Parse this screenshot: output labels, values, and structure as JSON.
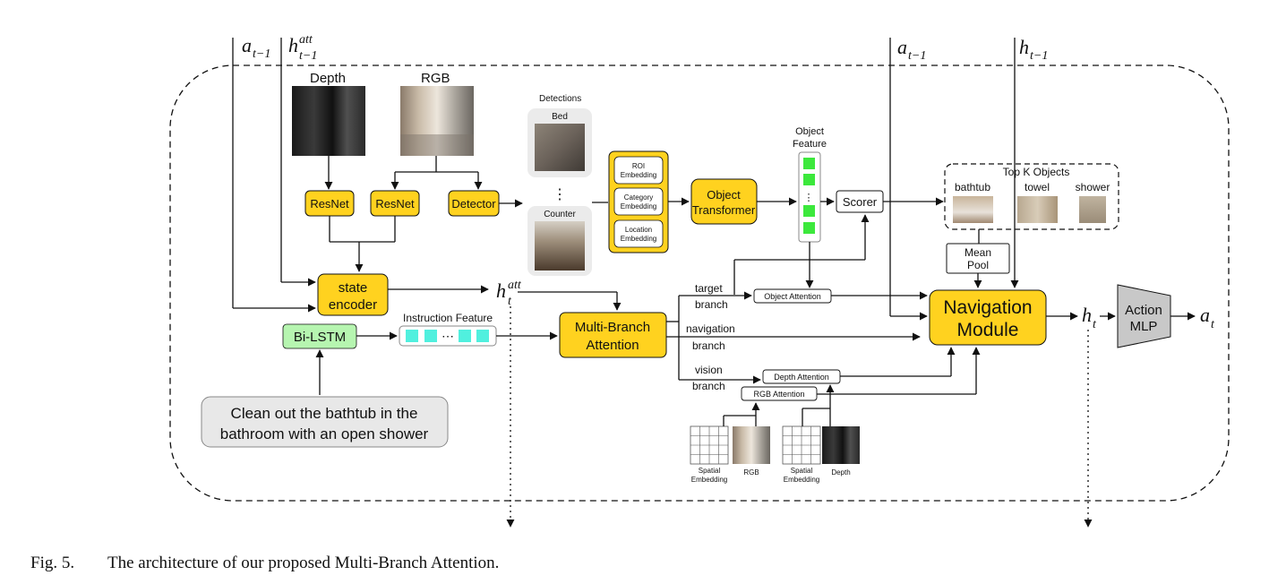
{
  "inputs": {
    "a_prev_left": "a",
    "a_prev_left_sub": "t−1",
    "h_att_prev": "h",
    "h_att_prev_sup": "att",
    "h_att_prev_sub": "t−1",
    "a_prev_right": "a",
    "a_prev_right_sub": "t−1",
    "h_prev_right": "h",
    "h_prev_right_sub": "t−1"
  },
  "images": {
    "depth_label": "Depth",
    "rgb_label": "RGB"
  },
  "modules": {
    "resnet_depth": "ResNet",
    "resnet_rgb": "ResNet",
    "detector": "Detector",
    "state_encoder_line1": "state",
    "state_encoder_line2": "encoder",
    "bilstm": "Bi-LSTM",
    "mba_line1": "Multi-Branch",
    "mba_line2": "Attention",
    "object_transformer_line1": "Object",
    "object_transformer_line2": "Transformer",
    "scorer": "Scorer",
    "mean_pool_line1": "Mean",
    "mean_pool_line2": "Pool",
    "nav_line1": "Navigation",
    "nav_line2": "Module",
    "action_mlp_line1": "Action",
    "action_mlp_line2": "MLP"
  },
  "detections": {
    "title": "Detections",
    "item1": "Bed",
    "item2": "Counter"
  },
  "embeddings": {
    "roi_1": "ROI",
    "roi_2": "Embedding",
    "cat_1": "Category",
    "cat_2": "Embedding",
    "loc_1": "Location",
    "loc_2": "Embedding"
  },
  "object_feature": {
    "line1": "Object",
    "line2": "Feature"
  },
  "topk": {
    "title": "Top K Objects",
    "obj1": "bathtub",
    "obj2": "towel",
    "obj3": "shower"
  },
  "instruction": {
    "feature_label": "Instruction Feature",
    "text_line1": "Clean out the bathtub in the",
    "text_line2": "bathroom with an open shower"
  },
  "h_att": {
    "base": "h",
    "sup": "att",
    "sub": "t"
  },
  "branches": {
    "target_1": "target",
    "target_2": "branch",
    "nav_1": "navigation",
    "nav_2": "branch",
    "vision_1": "vision",
    "vision_2": "branch"
  },
  "attention": {
    "object": "Object Attention",
    "depth": "Depth Attention",
    "rgb": "RGB Attention"
  },
  "spatial": {
    "left_1": "Spatial",
    "left_2": "Embedding",
    "left_img": "RGB",
    "right_1": "Spatial",
    "right_2": "Embedding",
    "right_img": "Depth"
  },
  "outputs": {
    "h_t": "h",
    "h_t_sub": "t",
    "a_t": "a",
    "a_t_sub": "t"
  },
  "colors": {
    "module": "#FFD21F",
    "bilstm": "#B6F5B0",
    "feature": "#50F0DE",
    "obj_feature": "#3CE83C",
    "mlp": "#C8C8C8"
  },
  "caption": {
    "fig": "Fig. 5.",
    "text": "The architecture of our proposed Multi-Branch Attention."
  }
}
